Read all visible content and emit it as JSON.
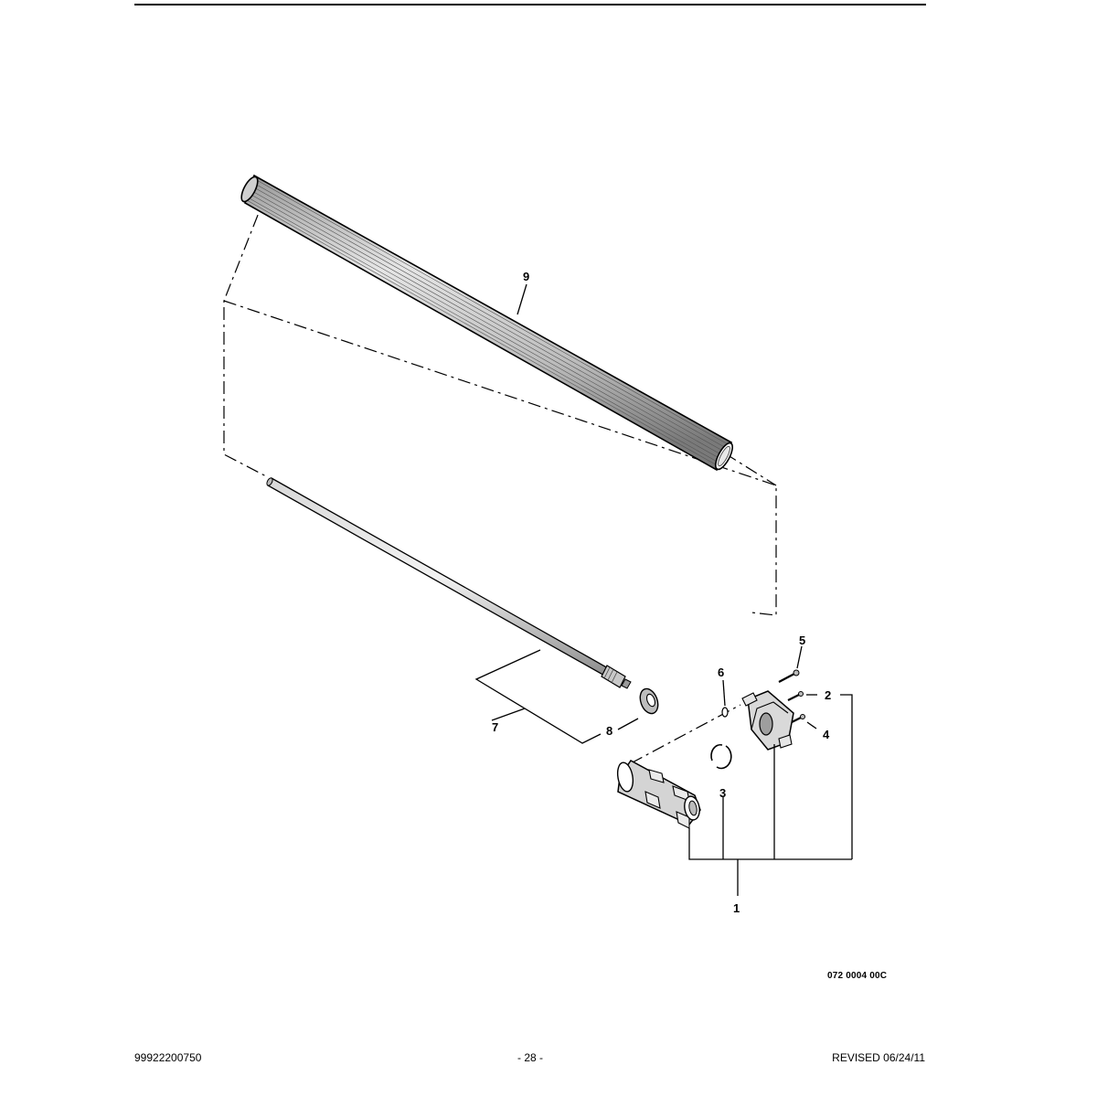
{
  "callouts": {
    "c1": "1",
    "c2": "2",
    "c3": "3",
    "c4": "4",
    "c5": "5",
    "c6": "6",
    "c7": "7",
    "c8": "8",
    "c9": "9"
  },
  "figure_code": "072 0004 00C",
  "footer": {
    "part_number": "99922200750",
    "page_number": "- 28 -",
    "revision": "REVISED 06/24/11"
  }
}
